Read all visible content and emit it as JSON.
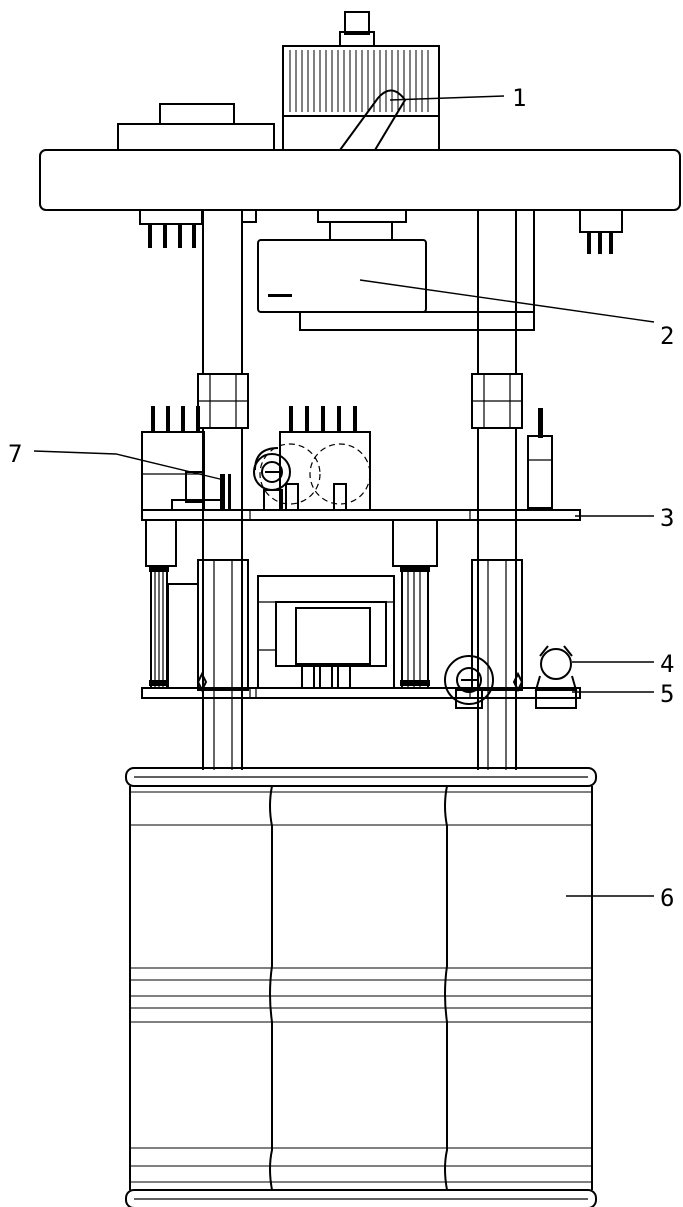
{
  "diagram": {
    "callouts": [
      {
        "id": "1",
        "text": "1"
      },
      {
        "id": "2",
        "text": "2"
      },
      {
        "id": "3",
        "text": "3"
      },
      {
        "id": "4",
        "text": "4"
      },
      {
        "id": "5",
        "text": "5"
      },
      {
        "id": "6",
        "text": "6"
      },
      {
        "id": "7",
        "text": "7"
      }
    ],
    "line_color": "#000000",
    "background": "#ffffff"
  }
}
